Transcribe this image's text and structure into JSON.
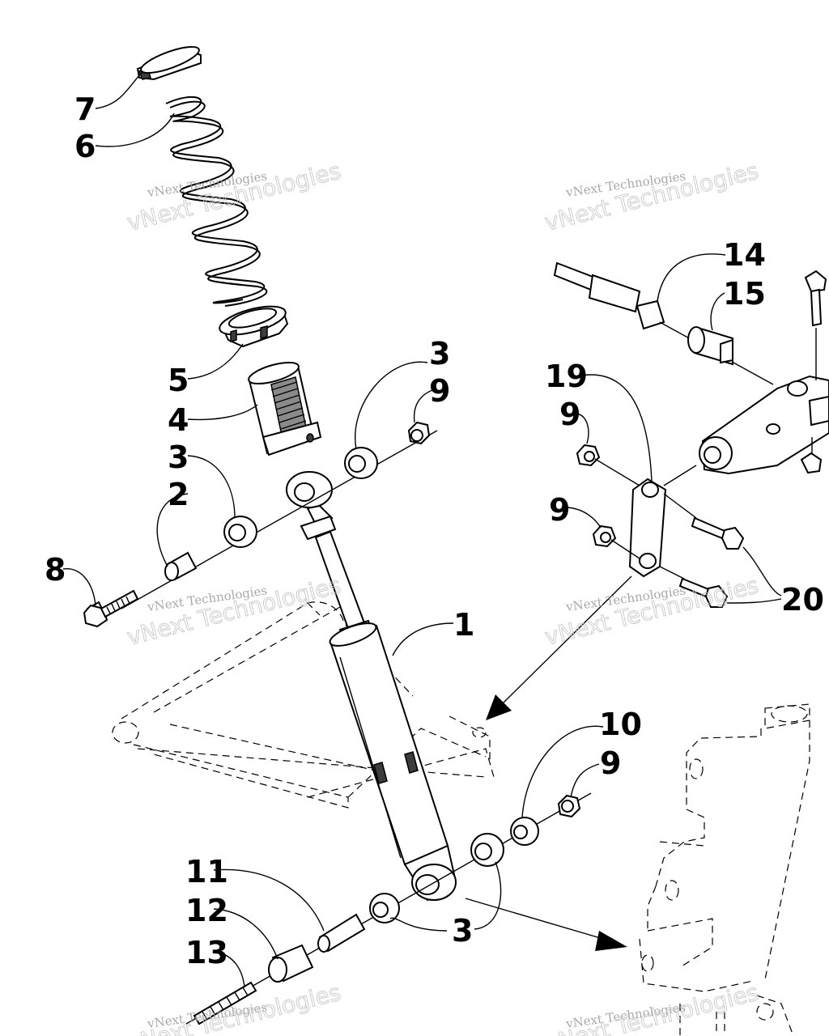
{
  "callouts": {
    "c1": "1",
    "c2": "2",
    "c3a": "3",
    "c3b": "3",
    "c3c": "3",
    "c4": "4",
    "c5": "5",
    "c6": "6",
    "c7": "7",
    "c8": "8",
    "c9a": "9",
    "c9b": "9",
    "c9c": "9",
    "c9d": "9",
    "c10": "10",
    "c11": "11",
    "c12": "12",
    "c13": "13",
    "c14": "14",
    "c15": "15",
    "c19": "19",
    "c20": "20"
  },
  "watermark": {
    "small": "vNext Technologies",
    "big": "vNext Technologies"
  },
  "colors": {
    "line": "#000000",
    "watermark": "#b0b0b0",
    "shade": "#8a8a8a"
  }
}
